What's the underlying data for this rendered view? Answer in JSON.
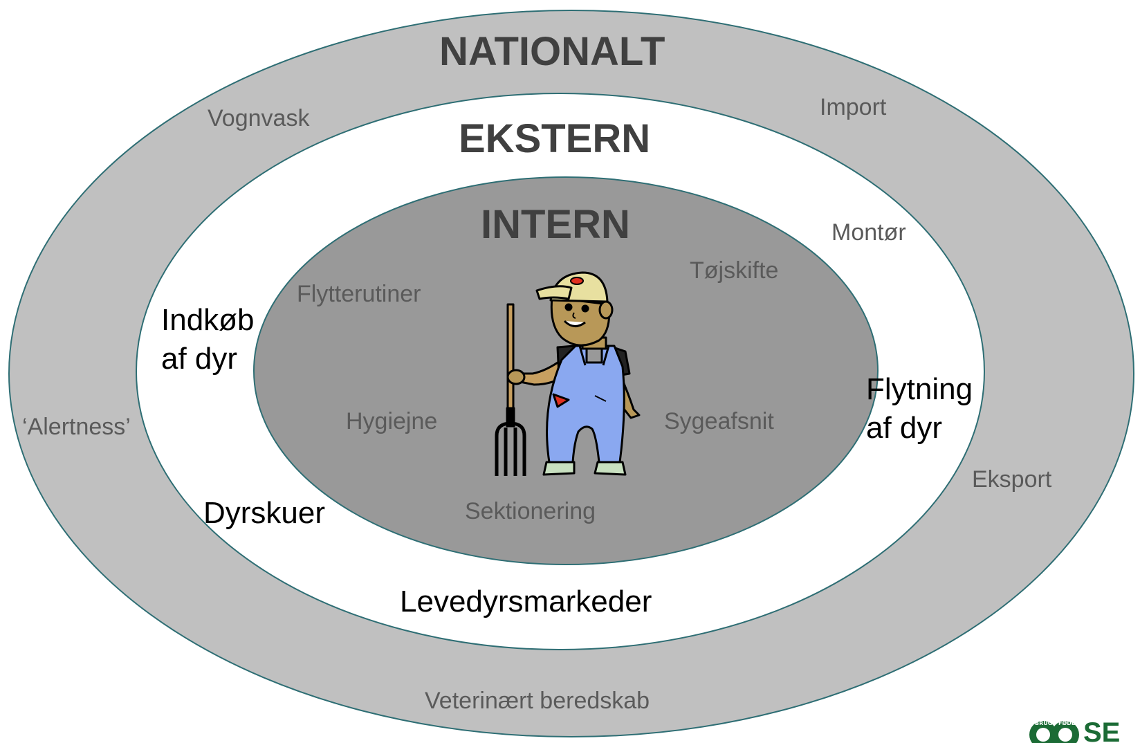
{
  "colors": {
    "outer_ring": "#c0c0c0",
    "middle_ring": "#ffffff",
    "inner_ring": "#999999",
    "ring_stroke": "#2e6e74",
    "logo_green": "#1b6b35"
  },
  "rings": {
    "outer": {
      "title": "NATIONALT"
    },
    "middle": {
      "title": "EKSTERN"
    },
    "inner": {
      "title": "INTERN"
    }
  },
  "labels": {
    "vognvask": "Vognvask",
    "import": "Import",
    "montor": "Montør",
    "tojskifte": "Tøjskifte",
    "flytterutiner": "Flytterutiner",
    "indkob": "Indkøb\naf dyr",
    "hygiejne": "Hygiejne",
    "sygeafsnit": "Sygeafsnit",
    "flytning": "Flytning\naf dyr",
    "alertness": "‘Alertness’",
    "eksport": "Eksport",
    "dyrskuer": "Dyrskuer",
    "sektionering": "Sektionering",
    "levedyrsmarkeder": "Levedyrsmarkeder",
    "veterinaert": "Veterinært beredskab"
  },
  "illustration": {
    "icon": "farmer-with-pitchfork-icon"
  },
  "logo": {
    "icon": "seges-logo-icon",
    "arc_left": "BRUG",
    "arc_right": "FØDE",
    "wordmark": "SE"
  }
}
